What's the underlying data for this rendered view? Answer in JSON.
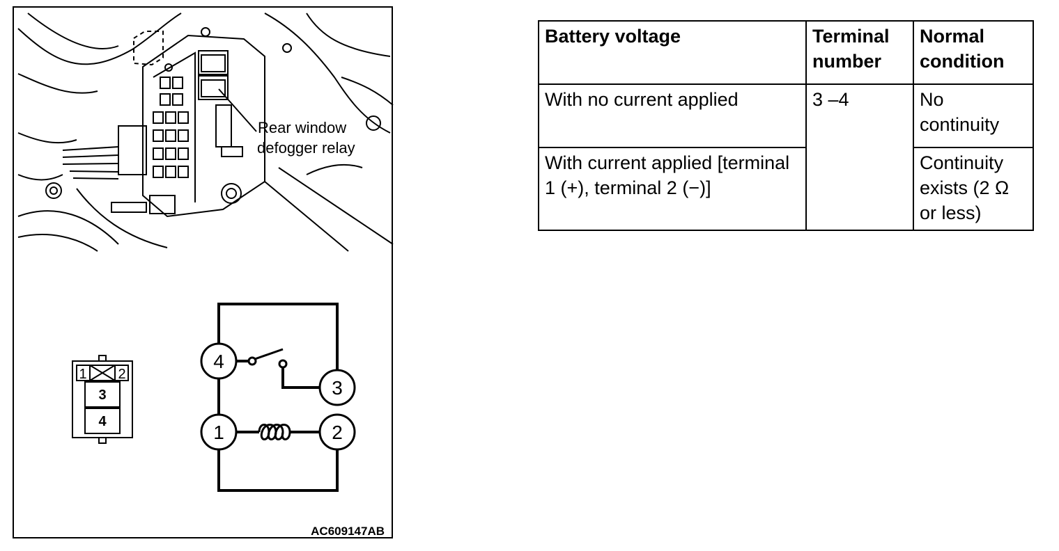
{
  "figure": {
    "callout_label": [
      "Rear window",
      "defogger relay"
    ],
    "connector_terminals": {
      "top_left": "1",
      "top_right": "2",
      "middle": "3",
      "bottom": "4"
    },
    "circuit_terminals": {
      "switch_in": "4",
      "switch_out": "3",
      "coil_in": "1",
      "coil_out": "2"
    },
    "figure_id": "AC609147AB"
  },
  "table": {
    "headers": [
      "Battery voltage",
      "Terminal number",
      "Normal condition"
    ],
    "rows": [
      {
        "battery_voltage": "With no current applied",
        "terminal_number": "3 –4",
        "normal_condition": "No continuity"
      },
      {
        "battery_voltage": "With current applied [terminal 1 (+), terminal 2 (−)]",
        "normal_condition": "Continuity exists (2 Ω or less)"
      }
    ]
  }
}
